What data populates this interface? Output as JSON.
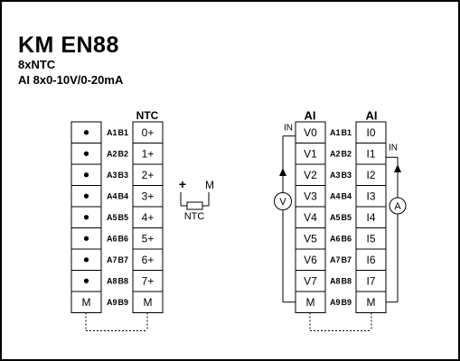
{
  "header": {
    "model": "KM  EN88",
    "line1": "8xNTC",
    "line2": "AI 8x0-10V/0-20mA"
  },
  "ntc_block": {
    "column_title": "NTC",
    "left_column": [
      "•",
      "•",
      "•",
      "•",
      "•",
      "•",
      "•",
      "•",
      "M"
    ],
    "pin_labels": [
      "A1B1",
      "A2B2",
      "A3B3",
      "A4B4",
      "A5B5",
      "A6B6",
      "A7B7",
      "A8B8",
      "A9B9"
    ],
    "right_column": [
      "0+",
      "1+",
      "2+",
      "3+",
      "4+",
      "5+",
      "6+",
      "7+",
      "M"
    ]
  },
  "sensor_symbol": {
    "plus_label": "+",
    "minus_label": "M",
    "name": "NTC"
  },
  "ai_block": {
    "left_title": "AI",
    "right_title": "AI",
    "left_column": [
      "V0",
      "V1",
      "V2",
      "V3",
      "V4",
      "V5",
      "V6",
      "V7",
      "M"
    ],
    "pin_labels": [
      "A1B1",
      "A2B2",
      "A3B3",
      "A4B4",
      "A5B5",
      "A6B6",
      "A7B7",
      "A8B8",
      "A9B9"
    ],
    "right_column": [
      "I0",
      "I1",
      "I2",
      "I3",
      "I4",
      "I5",
      "I6",
      "I7",
      "M"
    ],
    "voltage_input_label": "IN",
    "current_input_label": "IN",
    "voltmeter_symbol": "V",
    "ammeter_symbol": "A"
  }
}
